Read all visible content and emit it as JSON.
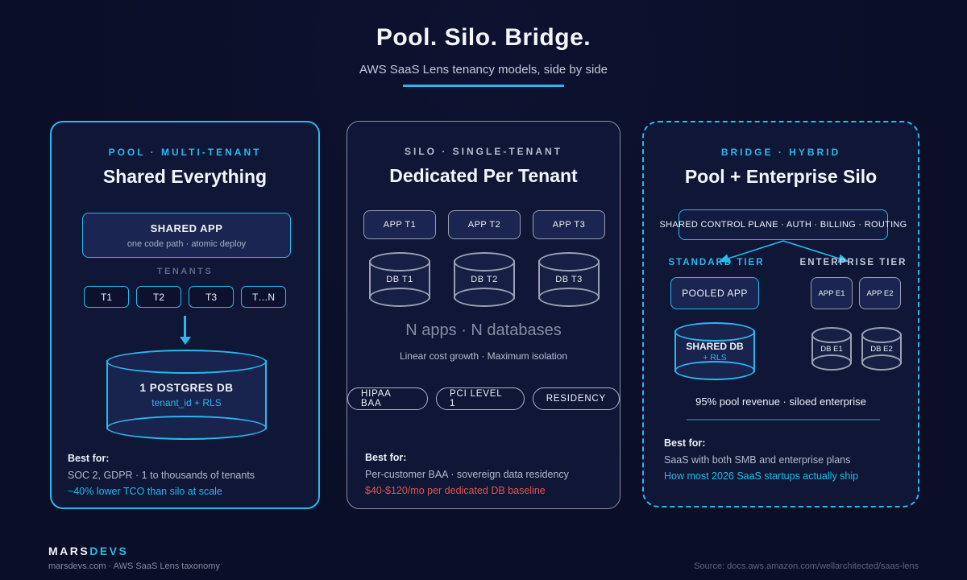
{
  "colors": {
    "accent_cyan": "#2ab8ee",
    "highlight_red": "#e25454",
    "background": "#0a0e26"
  },
  "header": {
    "title": "Pool. Silo. Bridge.",
    "subtitle": "AWS SaaS Lens tenancy models, side by side"
  },
  "pool": {
    "kicker": "POOL · MULTI-TENANT",
    "title": "Shared Everything",
    "app_box": {
      "title": "SHARED APP",
      "subtitle": "one code path · atomic deploy"
    },
    "tenants_label": "TENANTS",
    "tenants": [
      "T1",
      "T2",
      "T3",
      "T…N"
    ],
    "db": {
      "title": "1 POSTGRES DB",
      "subtitle": "tenant_id + RLS"
    },
    "best_for_label": "Best for:",
    "best_for": "SOC 2, GDPR · 1 to thousands of tenants",
    "highlight": "~40% lower TCO than silo at scale"
  },
  "silo": {
    "kicker": "SILO · SINGLE-TENANT",
    "title": "Dedicated Per Tenant",
    "apps": [
      "APP T1",
      "APP T2",
      "APP T3"
    ],
    "dbs": [
      "DB T1",
      "DB T2",
      "DB T3"
    ],
    "summary": "N apps · N databases",
    "summary_sub": "Linear cost growth · Maximum isolation",
    "badges": [
      "HIPAA BAA",
      "PCI LEVEL 1",
      "RESIDENCY"
    ],
    "best_for_label": "Best for:",
    "best_for": "Per-customer BAA · sovereign data residency",
    "highlight": "$40-$120/mo per dedicated DB baseline"
  },
  "bridge": {
    "kicker": "BRIDGE · HYBRID",
    "title": "Pool + Enterprise Silo",
    "control_plane": "SHARED CONTROL PLANE · AUTH · BILLING · ROUTING",
    "standard_tier_label": "STANDARD TIER",
    "enterprise_tier_label": "ENTERPRISE TIER",
    "pooled_app": "POOLED APP",
    "enterprise_apps": [
      "APP E1",
      "APP E2"
    ],
    "shared_db": {
      "title": "SHARED DB",
      "subtitle": "+ RLS"
    },
    "enterprise_dbs": [
      "DB E1",
      "DB E2"
    ],
    "revenue_note": "95% pool revenue · siloed enterprise",
    "best_for_label": "Best for:",
    "best_for": "SaaS with both SMB and enterprise plans",
    "highlight": "How most 2026 SaaS startups actually ship"
  },
  "footer": {
    "brand_primary": "MARS",
    "brand_accent": "DEVS",
    "tagline": "marsdevs.com · AWS SaaS Lens taxonomy",
    "source": "Source: docs.aws.amazon.com/wellarchitected/saas-lens"
  }
}
